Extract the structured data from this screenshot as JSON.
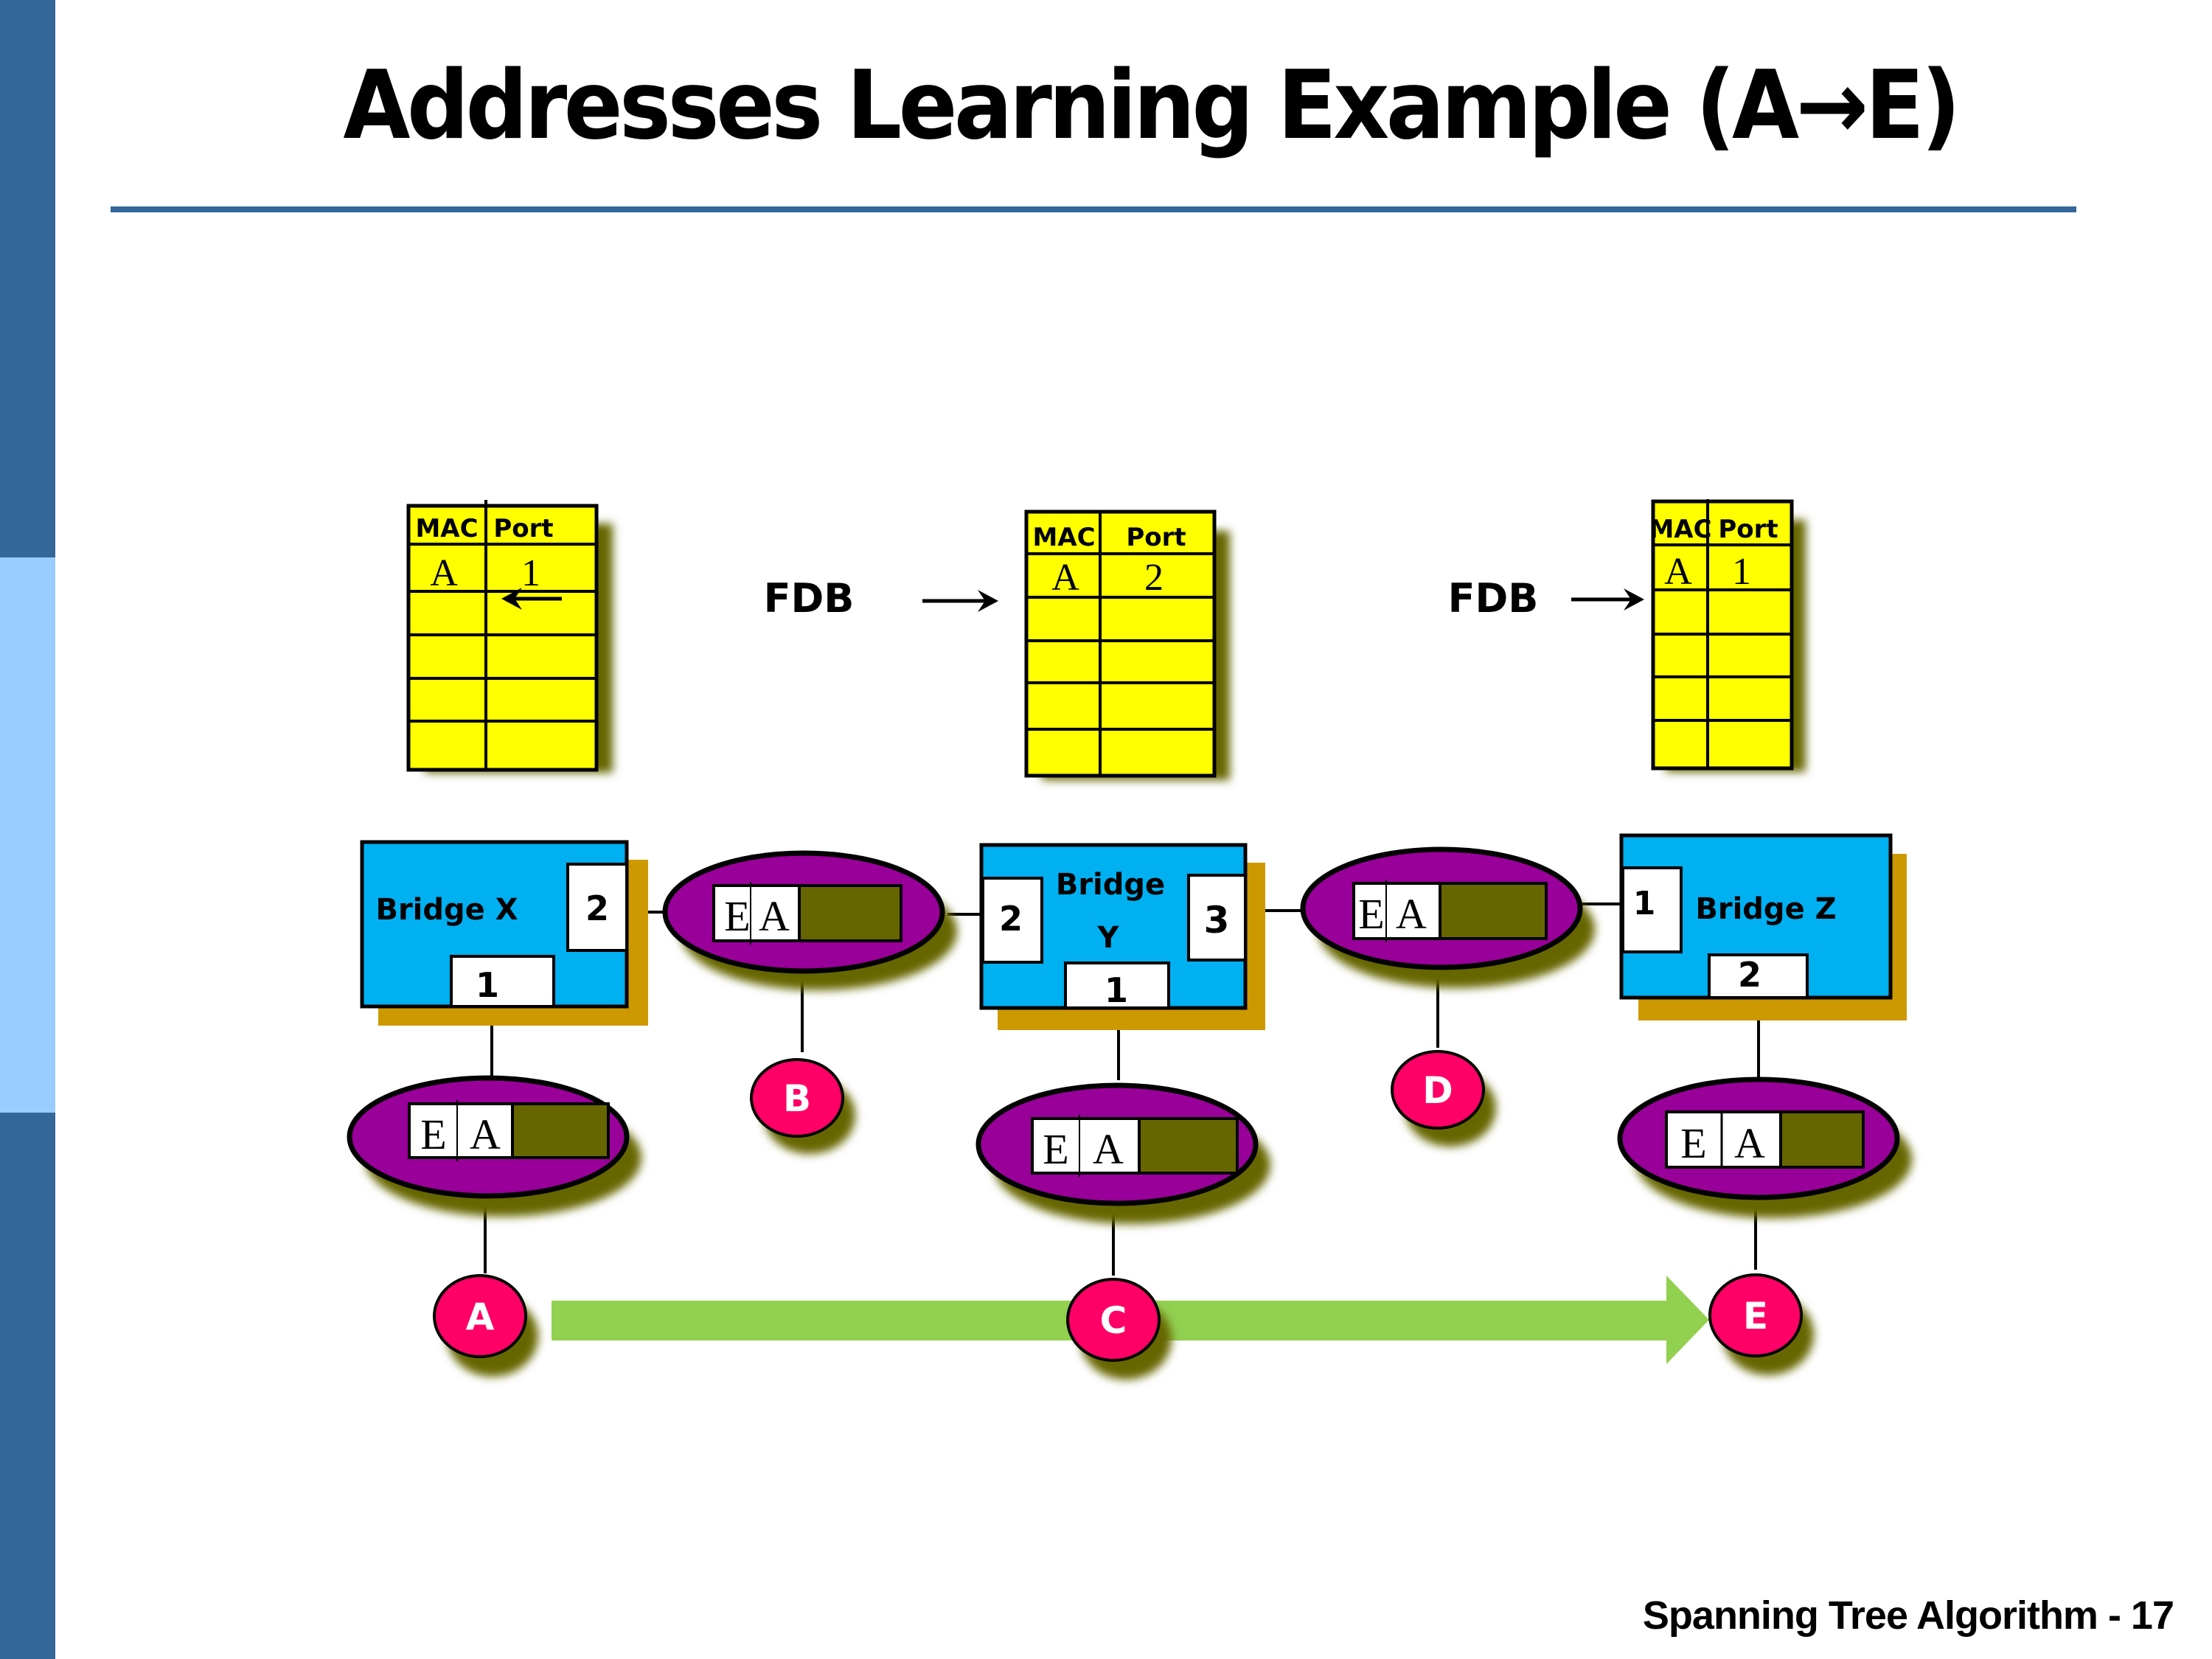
{
  "slide": {
    "title": "Addresses Learning Example (A→E)",
    "footer": "Spanning Tree Algorithm - 17"
  },
  "colors": {
    "sidebar_dark": "#336699",
    "sidebar_light": "#99ccff",
    "fdb_fill": "#ffff00",
    "fdb_shadow": "#666600",
    "bridge_fill": "#00b0f0",
    "bridge_shadow": "#cc9900",
    "lan_fill": "#990099",
    "lan_shadow": "#666600",
    "frame_payload": "#666600",
    "station_fill": "#ff0066",
    "flow_arrow": "#92d050"
  },
  "fdb_label": "FDB",
  "fdb_tables": [
    {
      "id": "X",
      "headers": [
        "MAC",
        "Port"
      ],
      "rows": [
        [
          "A",
          "1"
        ],
        [
          "",
          ""
        ],
        [
          "",
          ""
        ],
        [
          "",
          ""
        ],
        [
          "",
          ""
        ]
      ]
    },
    {
      "id": "Y",
      "headers": [
        "MAC",
        "Port"
      ],
      "rows": [
        [
          "A",
          "2"
        ],
        [
          "",
          ""
        ],
        [
          "",
          ""
        ],
        [
          "",
          ""
        ],
        [
          "",
          ""
        ]
      ]
    },
    {
      "id": "Z",
      "headers": [
        "MAC",
        "Port"
      ],
      "rows": [
        [
          "A",
          "1"
        ],
        [
          "",
          ""
        ],
        [
          "",
          ""
        ],
        [
          "",
          ""
        ],
        [
          "",
          ""
        ]
      ]
    }
  ],
  "bridges": [
    {
      "id": "X",
      "label": "Bridge X",
      "ports": [
        "2",
        "1"
      ]
    },
    {
      "id": "Y",
      "label_line1": "Bridge",
      "label_line2": "Y",
      "ports": [
        "2",
        "3",
        "1"
      ]
    },
    {
      "id": "Z",
      "label": "Bridge Z",
      "ports": [
        "1",
        "2"
      ]
    }
  ],
  "frame": {
    "dst": "E",
    "src": "A"
  },
  "lans": [
    {
      "id": "lan-xy"
    },
    {
      "id": "lan-yz"
    },
    {
      "id": "lan-x1"
    },
    {
      "id": "lan-y1"
    },
    {
      "id": "lan-z2"
    }
  ],
  "stations": [
    "A",
    "B",
    "C",
    "D",
    "E"
  ],
  "flow": {
    "from": "A",
    "to": "E"
  }
}
